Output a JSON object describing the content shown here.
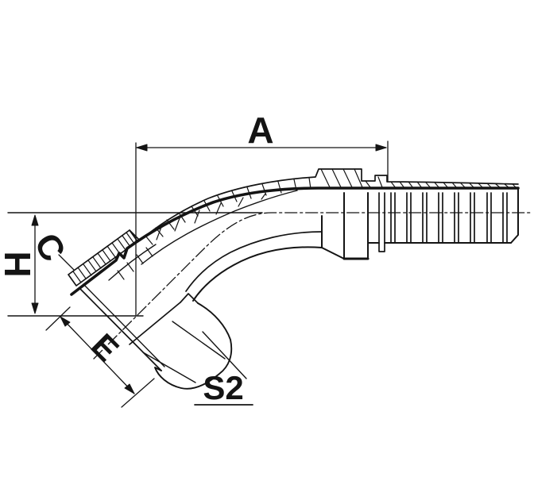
{
  "diagram": {
    "figure": "45-degree-elbow-hose-fitting-technical-drawing",
    "labels": {
      "dim_a": "A",
      "dim_h": "H",
      "dim_c": "C",
      "dim_e": "E",
      "hex": "S2"
    },
    "colors": {
      "line": "#141414",
      "background": "#ffffff"
    }
  }
}
